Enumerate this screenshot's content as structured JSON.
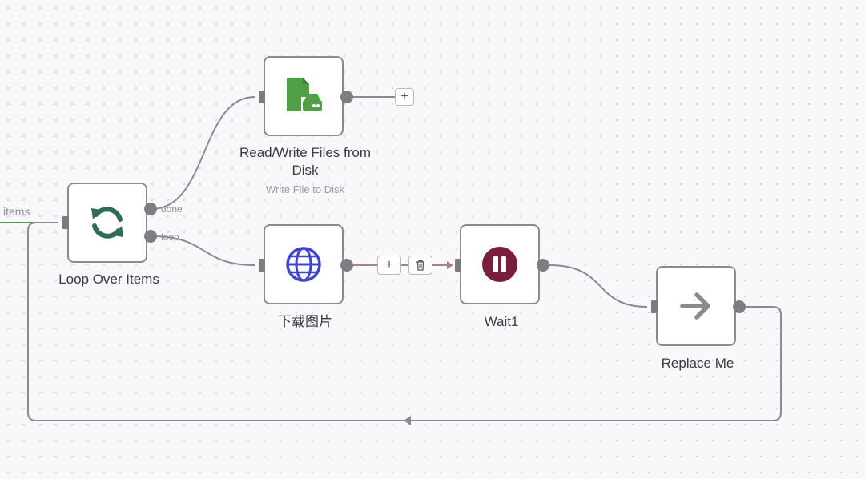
{
  "canvas": {
    "incoming_edge_label": "items"
  },
  "nodes": {
    "loop": {
      "name": "Loop Over Items",
      "icon": "refresh-icon",
      "color": "#2e6b58",
      "outputs": [
        "done",
        "loop"
      ]
    },
    "readwrite": {
      "name": "Read/Write Files from Disk",
      "subtitle": "Write File to Disk",
      "icon": "file-storage-icon",
      "color": "#4e9f45"
    },
    "download": {
      "name": "下载图片",
      "icon": "globe-icon",
      "color": "#3e45d6"
    },
    "wait": {
      "name": "Wait1",
      "icon": "pause-icon",
      "color": "#7a1e3a"
    },
    "replace": {
      "name": "Replace Me",
      "icon": "arrow-right-icon",
      "color": "#8a8a90"
    }
  },
  "edge_buttons": {
    "add": "+",
    "add_after_readwrite": "+"
  },
  "colors": {
    "edge": "#8a8a90",
    "selected_edge": "#a8807d",
    "incoming_edge": "#4aa34a"
  }
}
